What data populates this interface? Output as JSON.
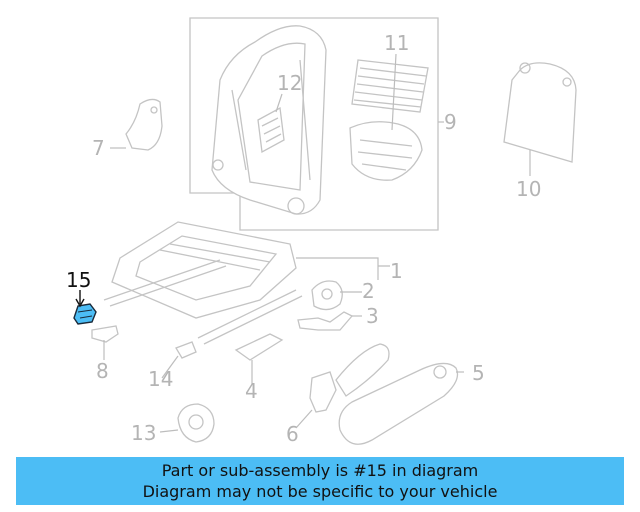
{
  "callouts": {
    "c1": "1",
    "c2": "2",
    "c3": "3",
    "c4": "4",
    "c5": "5",
    "c6": "6",
    "c7": "7",
    "c8": "8",
    "c9": "9",
    "c10": "10",
    "c11": "11",
    "c12": "12",
    "c13": "13",
    "c14": "14",
    "c15": "15"
  },
  "highlight_color": "#4cbdf5",
  "banner": {
    "line1": "Part or sub-assembly is #15 in diagram",
    "line2": "Diagram may not be specific to your vehicle"
  }
}
